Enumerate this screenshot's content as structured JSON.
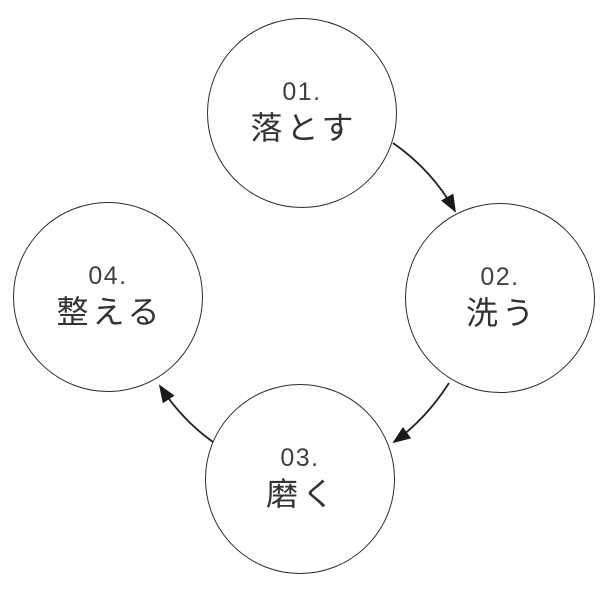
{
  "diagram": {
    "type": "cycle",
    "background_color": "#ffffff",
    "outline_color": "#2d2d2d",
    "arrow_color": "#222222",
    "arrowhead_color": "#1a1a1a",
    "number_color": "#3f3f3f",
    "label_color": "#333333",
    "steps": [
      {
        "number": "01.",
        "label": "落とす",
        "position": "top"
      },
      {
        "number": "02.",
        "label": "洗う",
        "position": "right"
      },
      {
        "number": "03.",
        "label": "磨く",
        "position": "bottom"
      },
      {
        "number": "04.",
        "label": "整える",
        "position": "left"
      }
    ],
    "arrows": [
      {
        "from": "01",
        "to": "02",
        "direction": "clockwise"
      },
      {
        "from": "02",
        "to": "03",
        "direction": "clockwise"
      },
      {
        "from": "03",
        "to": "04",
        "direction": "clockwise"
      }
    ]
  }
}
